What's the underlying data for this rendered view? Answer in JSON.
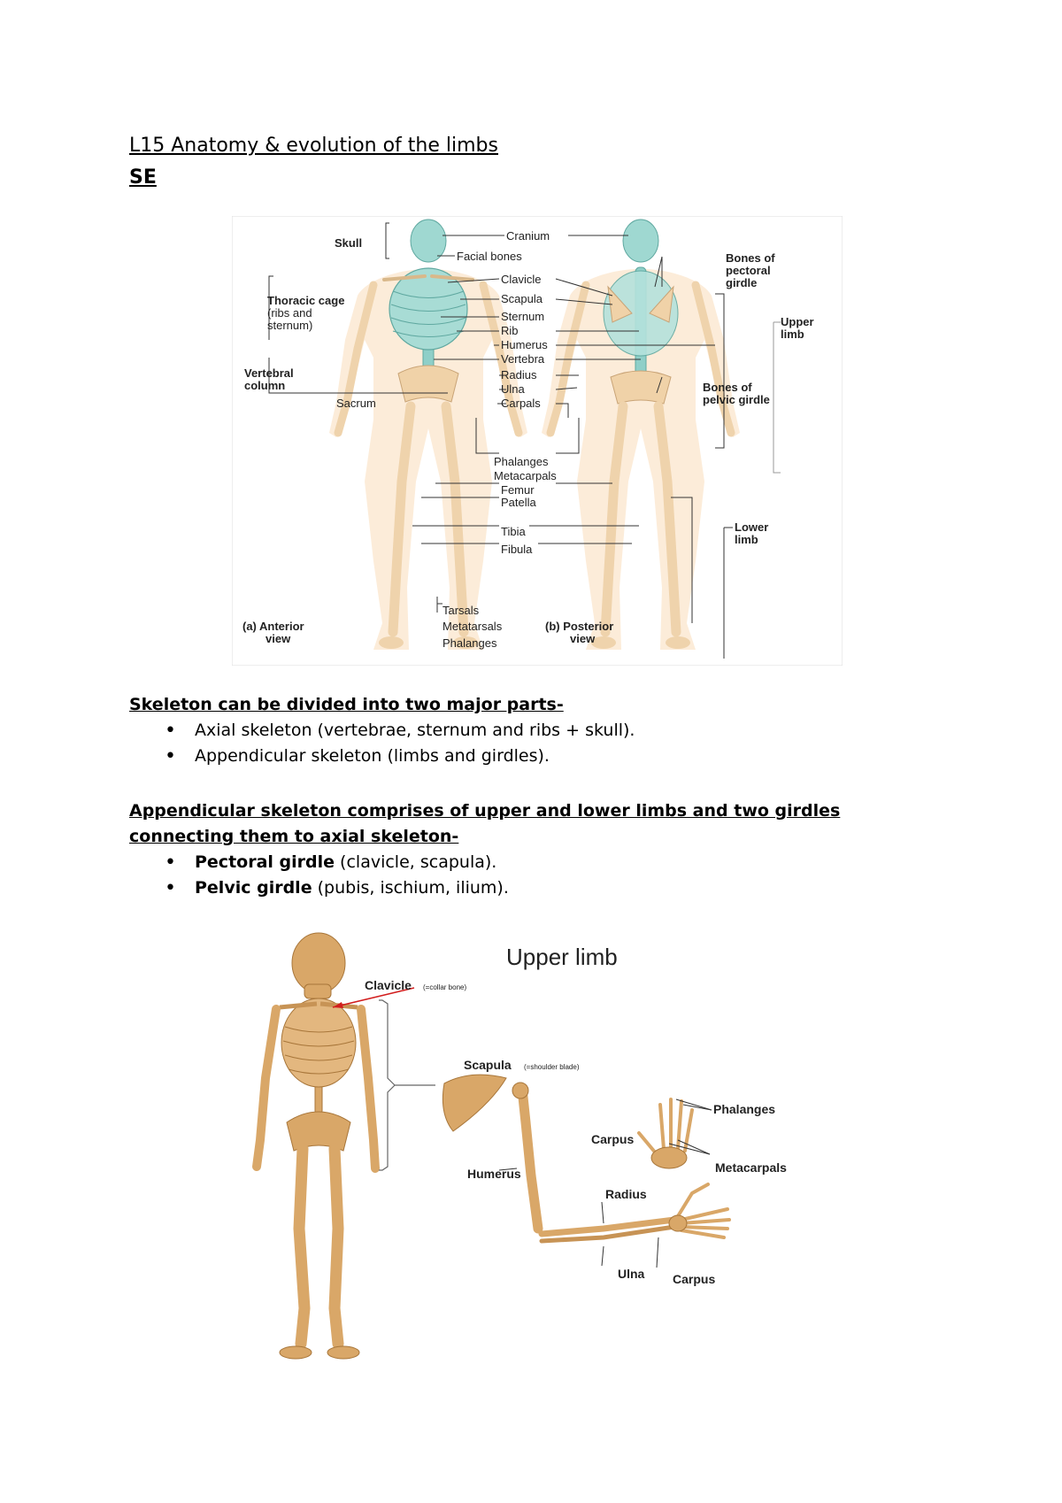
{
  "document": {
    "title": "L15 Anatomy & evolution of the limbs",
    "subtitle": "SE"
  },
  "figure1": {
    "labels": {
      "skull": "Skull",
      "cranium": "Cranium",
      "facial_bones": "Facial bones",
      "thoracic_cage_1": "Thoracic cage",
      "thoracic_cage_2": "(ribs and",
      "thoracic_cage_3": "sternum)",
      "clavicle": "Clavicle",
      "scapula": "Scapula",
      "sternum": "Sternum",
      "rib": "Rib",
      "humerus": "Humerus",
      "vertebra": "Vertebra",
      "radius": "Radius",
      "ulna": "Ulna",
      "carpals": "Carpals",
      "vertebral_column_1": "Vertebral",
      "vertebral_column_2": "column",
      "sacrum": "Sacrum",
      "phalanges": "Phalanges",
      "metacarpals": "Metacarpals",
      "femur": "Femur",
      "patella": "Patella",
      "tibia": "Tibia",
      "fibula": "Fibula",
      "tarsals": "Tarsals",
      "metatarsals": "Metatarsals",
      "phalanges_foot": "Phalanges",
      "anterior_view_1": "(a) Anterior",
      "anterior_view_2": "view",
      "posterior_view_1": "(b) Posterior",
      "posterior_view_2": "view",
      "pectoral_girdle_1": "Bones of",
      "pectoral_girdle_2": "pectoral",
      "pectoral_girdle_3": "girdle",
      "upper_limb_1": "Upper",
      "upper_limb_2": "limb",
      "pelvic_girdle_1": "Bones of",
      "pelvic_girdle_2": "pelvic girdle",
      "lower_limb_1": "Lower",
      "lower_limb_2": "limb"
    },
    "colors": {
      "bone": "#f2d2a6",
      "axial": "#8fcfc8",
      "label": "#222222"
    }
  },
  "section1": {
    "heading": "Skeleton can be divided into two major parts-",
    "items": [
      {
        "text": "Axial skeleton (vertebrae, sternum and ribs + skull)."
      },
      {
        "text": "Appendicular skeleton (limbs and girdles)."
      }
    ]
  },
  "section2": {
    "heading": "Appendicular skeleton comprises of upper and lower limbs and two girdles connecting them to axial skeleton-",
    "items": [
      {
        "bold": "Pectoral girdle",
        "rest": " (clavicle, scapula)."
      },
      {
        "bold": "Pelvic girdle",
        "rest": " (pubis, ischium, ilium)."
      }
    ]
  },
  "figure2": {
    "title": "Upper limb",
    "labels": {
      "clavicle": "Clavicle",
      "clavicle_note": "(=collar bone)",
      "scapula": "Scapula",
      "scapula_note": "(=shoulder blade)",
      "phalanges": "Phalanges",
      "carpus_top": "Carpus",
      "metacarpals": "Metacarpals",
      "humerus": "Humerus",
      "radius": "Radius",
      "ulna": "Ulna",
      "carpus_bottom": "Carpus"
    },
    "colors": {
      "bone": "#d9a768",
      "bone_dark": "#a8763a",
      "arrow": "#d21e1e"
    }
  }
}
